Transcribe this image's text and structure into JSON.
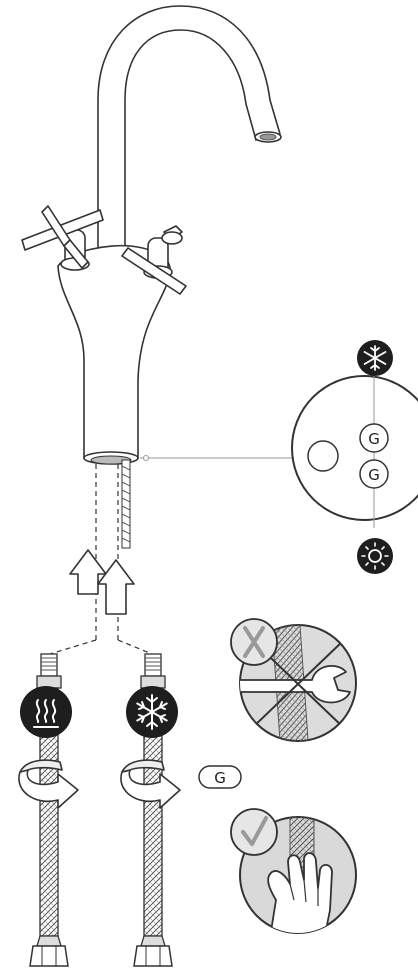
{
  "labels": {
    "port_top": "G",
    "port_bottom": "G",
    "hose_thread": "G"
  },
  "icons": {
    "cold_top": "snowflake-icon",
    "hot_bottom": "sun-icon",
    "hot_hose": "heat-waves-icon",
    "cold_hose": "snowflake-icon",
    "wrong_tool": "cross-mark-icon",
    "correct_hand": "check-mark-icon"
  },
  "colors": {
    "line": "#333333",
    "tap_fill": "#ffffff",
    "badge": "#1e1e1e",
    "ok_circle": "#d9d9d9"
  }
}
